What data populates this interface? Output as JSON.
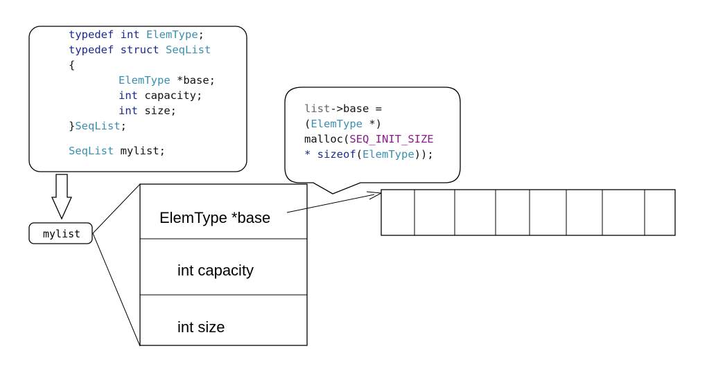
{
  "code_struct": {
    "line1": {
      "kw": "typedef int",
      "type": "ElemType",
      "end": ";"
    },
    "line2": {
      "kw": "typedef struct",
      "type": "SeqList"
    },
    "line3": "{",
    "line4": {
      "type": "ElemType",
      "rest": "*base;"
    },
    "line5": {
      "kw": "int",
      "rest": "capacity;"
    },
    "line6": {
      "kw": "int",
      "rest": "size;"
    },
    "line7": {
      "open": "}",
      "type": "SeqList",
      "end": ";"
    },
    "line8": {
      "type": "SeqList",
      "rest": "mylist;"
    }
  },
  "code_malloc": {
    "line1": {
      "var": "list",
      "rest": "->base ="
    },
    "line2": {
      "open": "(",
      "type": "ElemType",
      "rest": " *)"
    },
    "line3": {
      "fn": "malloc(",
      "macro": "SEQ_INIT_SIZE"
    },
    "line4": {
      "kw": "* sizeof",
      "open": "(",
      "type": "ElemType",
      "end": "));"
    }
  },
  "variable_label": "mylist",
  "struct_fields": [
    "ElemType *base",
    "int capacity",
    "int size"
  ],
  "colors": {
    "keyword": "#1b2a8f",
    "type": "#3a8fb0",
    "macro": "#8b1a8b",
    "variable": "#666666"
  }
}
